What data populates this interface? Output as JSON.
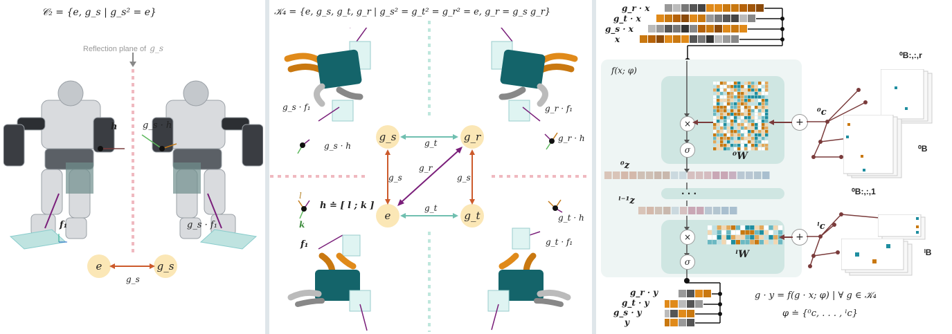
{
  "panel_left": {
    "title": "𝒞₂ = {e, g_s  |  g_s² = e}",
    "reflection_caption": "Reflection plane of",
    "reflection_sub": "g_s",
    "label_h": "h",
    "label_gs_h": "g_s · h",
    "label_f1": "f₁",
    "label_gs_f1": "g_s · f₁",
    "node_e": "e",
    "node_gs": "g_s",
    "edge_label": "g_s"
  },
  "panel_middle": {
    "title": "𝒦₄ = {e, g_s, g_t, g_r  |  g_s² = g_t² = g_r² = e,  g_r = g_s g_r}",
    "nodes": {
      "gs": "g_s",
      "gr": "g_r",
      "e": "e",
      "gt": "g_t"
    },
    "edges": {
      "top": "g_t",
      "bottom": "g_t",
      "left": "g_s",
      "right": "g_s",
      "diag": "g_r"
    },
    "labels": {
      "gs_f1": "g_s · f₁",
      "gr_f1": "g_r · f₁",
      "gs_h": "g_s · h",
      "gr_h": "g_r · h",
      "h_def": "h ≐ [ l ; k ]",
      "l": "l",
      "k": "k",
      "f1": "f₁",
      "gt_h": "g_t · h",
      "gt_f1": "g_t · f₁"
    }
  },
  "panel_right": {
    "inputs": [
      "g_r · x",
      "g_t · x",
      "g_s · x",
      "x"
    ],
    "func": "f(x; φ)",
    "w0": "⁰W",
    "wl": "ˡW",
    "z0": "⁰z",
    "zl": "ˡ⁻¹z",
    "c0": "⁰c",
    "cl": "ˡc",
    "b0_top": "⁰B:,:,r",
    "b0_mid": "⁰B",
    "b0_bot": "⁰B:,:,1",
    "bl": "ˡB",
    "times": "×",
    "sigma": "σ",
    "plus": "+",
    "dots": "· · ·",
    "outputs": [
      "g_r · y",
      "g_t · y",
      "g_s · y",
      "y"
    ],
    "eq1": "g · y = f(g · x; φ)  |  ∀ g ∈ 𝒦₄",
    "eq2": "φ ≐ {⁰c, . . . , ˡc}"
  },
  "colors": {
    "node_fill": "#fbe7b6",
    "orange_arrow": "#cc5a2b",
    "teal_arrow": "#6fbfb0",
    "purple_arrow": "#7a1f7a",
    "robot_teal": "#14646a",
    "robot_orange": "#e08a1a",
    "panel_bg": "#e6f0ef",
    "brown_tree": "#7a3b3b"
  }
}
